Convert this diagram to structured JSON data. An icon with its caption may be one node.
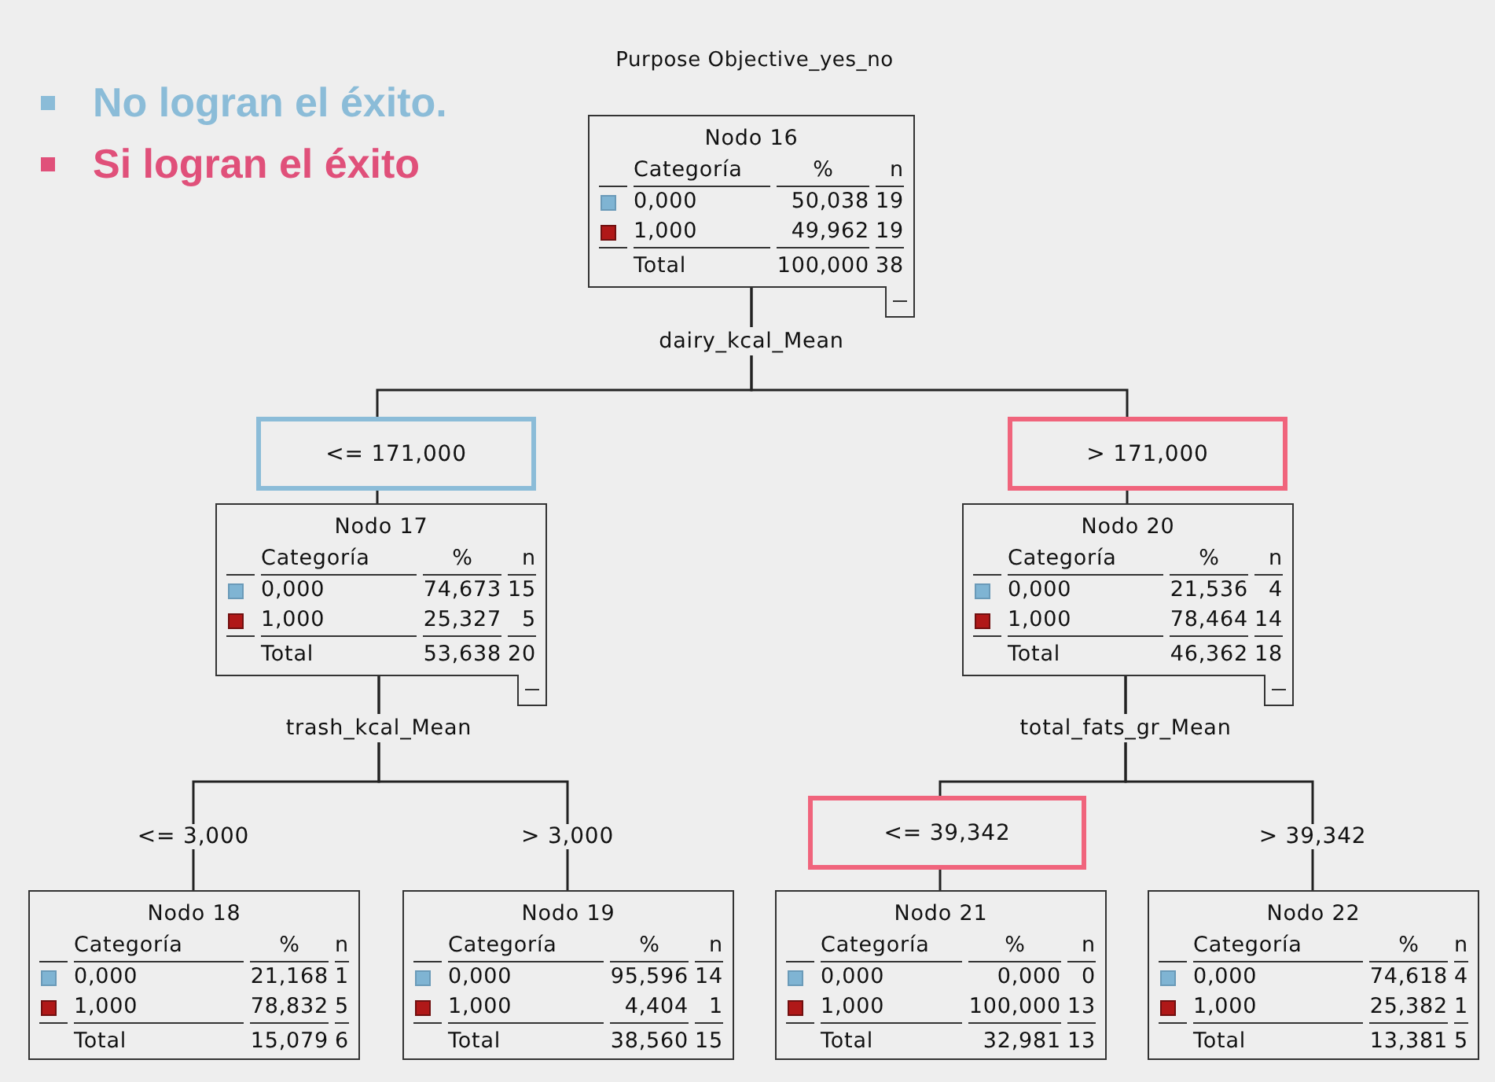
{
  "diagram": {
    "title": "Purpose Objective_yes_no",
    "nodes": [
      {
        "text": [
          "Nodo 16",
          "Categoría",
          "%",
          "n",
          "0,000",
          "50,038",
          "19",
          "1,000",
          "49,962",
          "19",
          "Total",
          "100,000",
          "38"
        ],
        "beside": [
          "dairy_kcal_Mean"
        ]
      },
      {
        "text": [
          "<= 171,000"
        ]
      },
      {
        "text": [
          "Nodo 17",
          "Categoría",
          "%",
          "n",
          "0,000",
          "74,673",
          "15",
          "1,000",
          "25,327",
          "5",
          "Total",
          "53,638",
          "20"
        ],
        "beside": [
          "trash_kcal_Mean"
        ]
      },
      {
        "text": [
          "> 171,000"
        ]
      },
      {
        "text": [
          "Nodo 20",
          "Categoría",
          "%",
          "n",
          "0,000",
          "21,536",
          "4",
          "1,000",
          "78,464",
          "14",
          "Total",
          "46,362",
          "18"
        ],
        "beside": [
          "total_fats_gr_Mean"
        ]
      },
      {
        "text": [
          "Nodo 18",
          "Categoría",
          "%",
          "n",
          "0,000",
          "21,168",
          "1",
          "1,000",
          "78,832",
          "5",
          "Total",
          "15,079",
          "6"
        ]
      },
      {
        "text": [
          "Nodo 19",
          "Categoría",
          "%",
          "n",
          "0,000",
          "95,596",
          "14",
          "1,000",
          "4,404",
          "1",
          "Total",
          "38,560",
          "15"
        ]
      },
      {
        "text": [
          "<= 39,342"
        ]
      },
      {
        "text": [
          "Nodo 21",
          "Categoría",
          "%",
          "n",
          "0,000",
          "0,000",
          "0",
          "1,000",
          "100,000",
          "13",
          "Total",
          "32,981",
          "13"
        ]
      },
      {
        "text": [
          "Nodo 22",
          "Categoría",
          "%",
          "n",
          "0,000",
          "74,618",
          "4",
          "1,000",
          "25,382",
          "1",
          "Total",
          "13,381",
          "5"
        ]
      }
    ],
    "edges": [
      {
        "from": 0,
        "to": 1,
        "arrow": "none"
      },
      {
        "from": 1,
        "to": 2,
        "arrow": "none"
      },
      {
        "from": 0,
        "to": 3,
        "arrow": "none"
      },
      {
        "from": 3,
        "to": 4,
        "arrow": "none"
      },
      {
        "from": 2,
        "to": 5,
        "arrow": "none",
        "label": "<= 3,000"
      },
      {
        "from": 2,
        "to": 6,
        "arrow": "none",
        "label": "> 3,000"
      },
      {
        "from": 4,
        "to": 7,
        "arrow": "none"
      },
      {
        "from": 7,
        "to": 8,
        "arrow": "none"
      },
      {
        "from": 4,
        "to": 9,
        "arrow": "none",
        "label": "> 39,342"
      }
    ],
    "legend": [
      {
        "text": "No logran el éxito.",
        "color": "#8bbcd8"
      },
      {
        "text": "Si logran el éxito",
        "color": "#e0507a"
      }
    ]
  }
}
